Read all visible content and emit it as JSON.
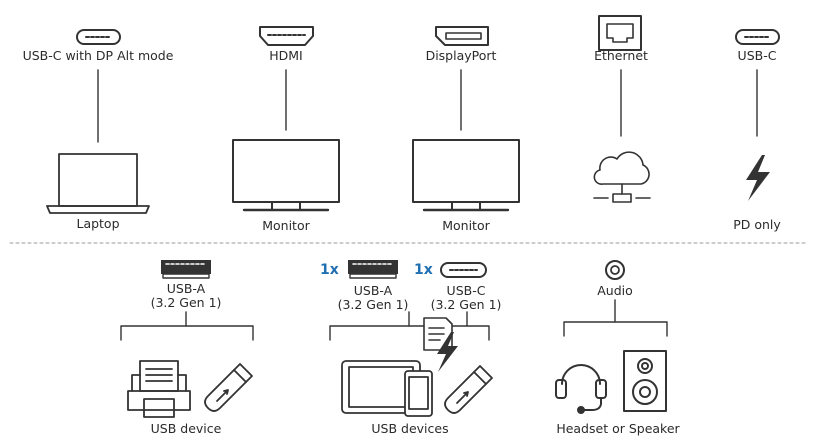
{
  "top_ports": [
    {
      "port_label": "USB-C with DP Alt mode",
      "device_label": "Laptop"
    },
    {
      "port_label": "HDMI",
      "device_label": "Monitor"
    },
    {
      "port_label": "DisplayPort",
      "device_label": "Monitor"
    },
    {
      "port_label": "Ethernet",
      "device_label": ""
    },
    {
      "port_label": "USB-C",
      "device_label": "PD only"
    }
  ],
  "bottom_groups": [
    {
      "ports": [
        {
          "quantity": "",
          "label": "USB-A",
          "spec": "(3.2 Gen 1)"
        }
      ],
      "device_label": "USB device"
    },
    {
      "ports": [
        {
          "quantity": "1x",
          "label": "USB-A",
          "spec": "(3.2 Gen 1)"
        },
        {
          "quantity": "1x",
          "label": "USB-C",
          "spec": "(3.2 Gen 1)"
        }
      ],
      "device_label": "USB devices"
    },
    {
      "ports": [
        {
          "quantity": "",
          "label": "Audio",
          "spec": ""
        }
      ],
      "device_label": "Headset or Speaker"
    }
  ],
  "colors": {
    "line": "#333333",
    "divider": "#9a9a9a",
    "quantity": "#1f6fb2",
    "icon": "#333333"
  }
}
